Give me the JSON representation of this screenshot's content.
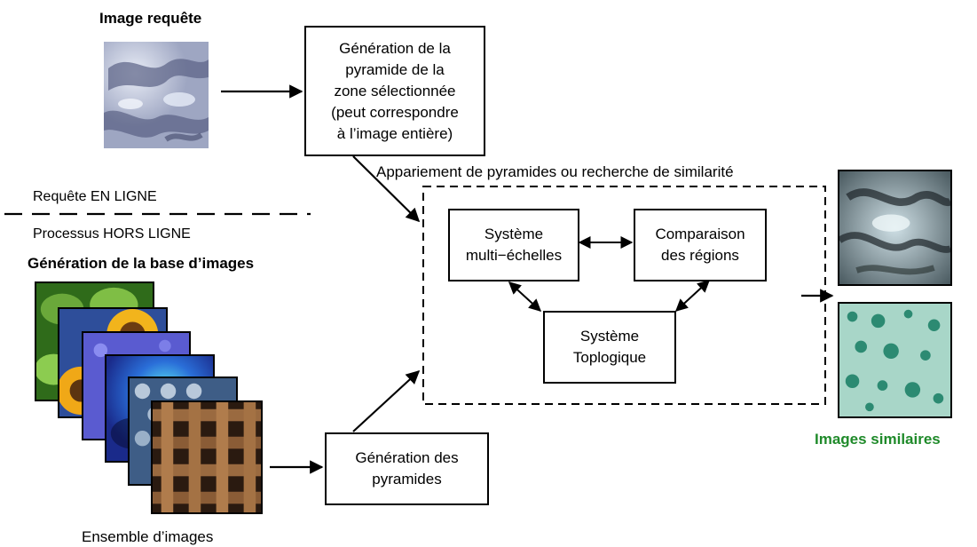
{
  "query": {
    "title": "Image requête"
  },
  "boxes": {
    "pyramid_generation_query": "Génération de la\npyramide de la\nzone sélectionnée\n(peut correspondre\nà l’image entière)",
    "multiscale_system": "Système\nmulti−échelles",
    "region_comparison": "Comparaison\ndes régions",
    "topological_system": "Système\nToplogique",
    "pyramid_generation_db": "Génération des\npyramides"
  },
  "matching": {
    "title": "Appariement de pyramides ou recherche de similarité"
  },
  "separator": {
    "online_label": "Requête EN LIGNE",
    "offline_label": "Processus HORS LIGNE"
  },
  "database": {
    "title": "Génération de la base d’images",
    "caption": "Ensemble d’images"
  },
  "results": {
    "title": "Images similaires",
    "title_color": "#1f8a2a"
  },
  "icons": {
    "query_image": "cloudy-texture-image",
    "db_images": [
      "ivy-leaves-image",
      "sunflower-image",
      "purple-texture-image",
      "blue-gradient-image",
      "metal-beads-image",
      "woven-rope-image"
    ],
    "result_images": [
      "silver-texture-image",
      "water-drops-image"
    ]
  }
}
